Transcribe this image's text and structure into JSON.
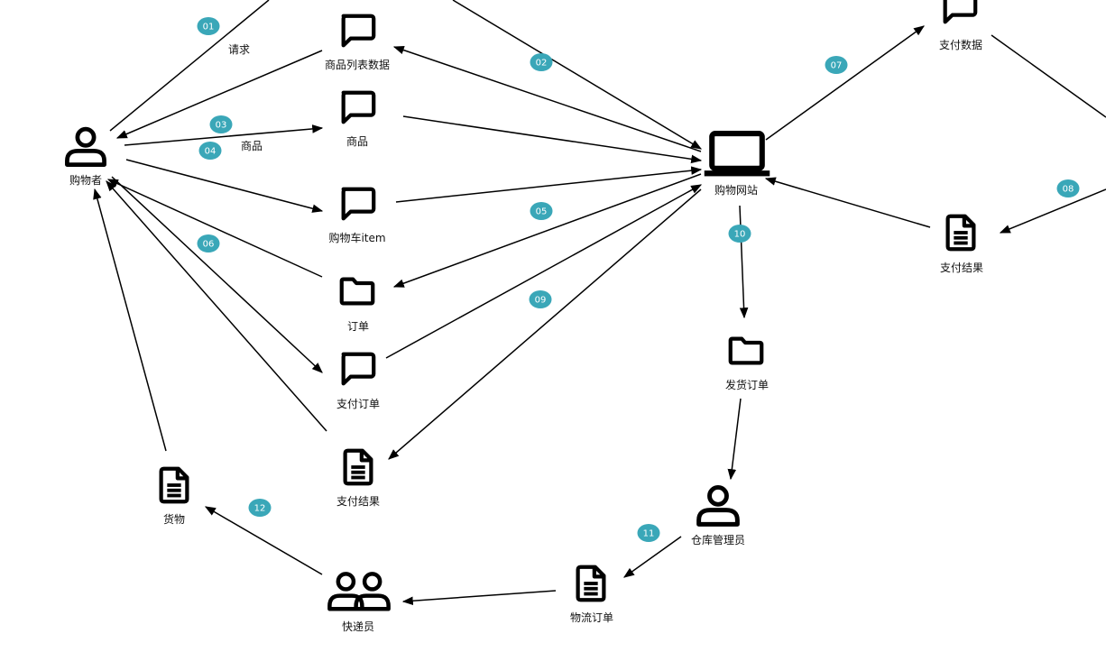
{
  "colors": {
    "badge": "#3aa7b8",
    "line": "#000000",
    "icon": "#000000"
  },
  "nodes": {
    "shopper": {
      "label": "购物者",
      "icon": "person-icon"
    },
    "product_list": {
      "label": "商品列表数据",
      "icon": "message-icon"
    },
    "product": {
      "label": "商品",
      "icon": "message-icon"
    },
    "cart_item": {
      "label": "购物车item",
      "icon": "message-icon"
    },
    "order": {
      "label": "订单",
      "icon": "folder-icon"
    },
    "pay_order": {
      "label": "支付订单",
      "icon": "message-icon"
    },
    "pay_result_left": {
      "label": "支付结果",
      "icon": "document-icon"
    },
    "goods": {
      "label": "货物",
      "icon": "document-icon"
    },
    "courier": {
      "label": "快递员",
      "icon": "people-icon"
    },
    "logistics_order": {
      "label": "物流订单",
      "icon": "document-icon"
    },
    "warehouse_admin": {
      "label": "仓库管理员",
      "icon": "person-icon"
    },
    "ship_order": {
      "label": "发货订单",
      "icon": "folder-icon"
    },
    "website": {
      "label": "购物网站",
      "icon": "laptop-icon"
    },
    "pay_data": {
      "label": "支付数据",
      "icon": "message-icon"
    },
    "pay_result_right": {
      "label": "支付结果",
      "icon": "document-icon"
    }
  },
  "edge_labels": {
    "request": "请求",
    "product": "商品"
  },
  "badges": [
    "01",
    "02",
    "03",
    "04",
    "05",
    "06",
    "07",
    "08",
    "09",
    "10",
    "11",
    "12"
  ]
}
